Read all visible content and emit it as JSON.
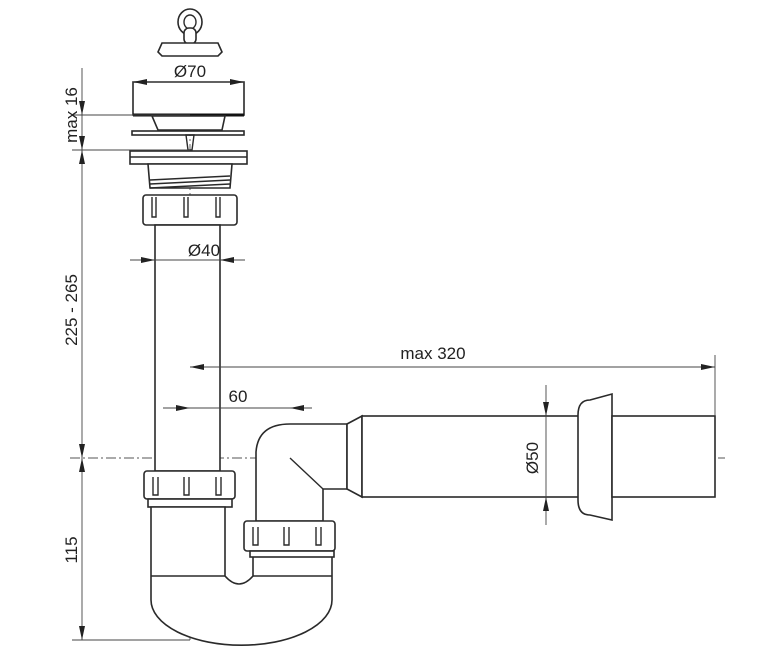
{
  "title": "Siphon dimensional drawing",
  "dimensions": {
    "stopper_diameter": "Ø70",
    "max_thickness": "max 16",
    "pipe_diameter": "Ø40",
    "height_range": "225 - 265",
    "max_length": "max 320",
    "offset": "60",
    "outlet_diameter": "Ø50",
    "trap_height": "115"
  },
  "colors": {
    "line": "#2a2a2a",
    "background": "#ffffff"
  }
}
